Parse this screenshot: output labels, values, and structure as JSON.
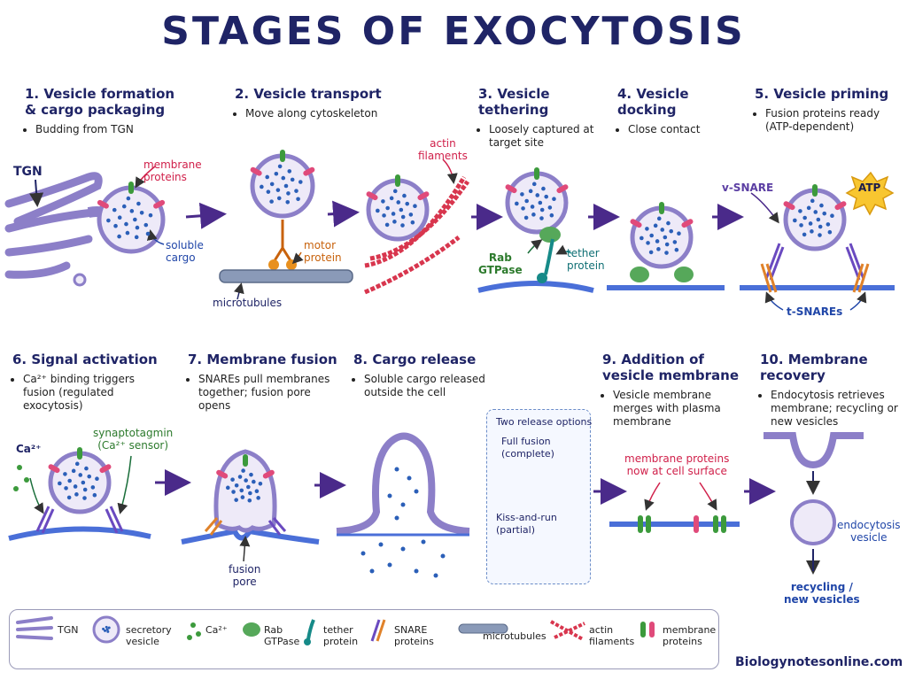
{
  "title": "STAGES OF EXOCYTOSIS",
  "stages": [
    {
      "heading": "1. Vesicle formation\n& cargo packaging",
      "bullets": [
        "Budding from TGN"
      ]
    },
    {
      "heading": "2. Vesicle transport",
      "bullets": [
        "Move along cytoskeleton"
      ]
    },
    {
      "heading": "3. Vesicle tethering",
      "bullets": [
        "Loosely captured at target site"
      ]
    },
    {
      "heading": "4. Vesicle docking",
      "bullets": [
        "Close contact"
      ]
    },
    {
      "heading": "5. Vesicle priming",
      "bullets": [
        "Fusion proteins ready (ATP-dependent)"
      ]
    },
    {
      "heading": "6. Signal activation",
      "bullets": [
        "Ca²⁺ binding triggers fusion (regulated exocytosis)"
      ]
    },
    {
      "heading": "7. Membrane fusion",
      "bullets": [
        "SNAREs pull membranes together; fusion pore opens"
      ]
    },
    {
      "heading": "8. Cargo release",
      "bullets": [
        "Soluble cargo released outside the cell"
      ]
    },
    {
      "heading": "9. Addition of vesicle membrane",
      "bullets": [
        "Vesicle membrane merges with plasma membrane"
      ]
    },
    {
      "heading": "10. Membrane recovery",
      "bullets": [
        "Endocytosis retrieves membrane; recycling or new vesicles"
      ]
    }
  ],
  "labels": {
    "tgn": "TGN",
    "membrane_proteins": "membrane\nproteins",
    "soluble_cargo": "soluble\ncargo",
    "motor_protein": "motor\nprotein",
    "microtubules": "microtubules",
    "actin_filaments": "actin\nfilaments",
    "rab_gtpase": "Rab\nGTPase",
    "tether_protein": "tether\nprotein",
    "v_snare": "v-SNARE",
    "atp": "ATP",
    "t_snares": "t-SNAREs",
    "ca2": "Ca²⁺",
    "synaptotagmin": "synaptotagmin\n(Ca²⁺ sensor)",
    "fusion_pore": "fusion\npore",
    "release_options_title": "Two release options",
    "full_fusion": "Full fusion\n(complete)",
    "kiss_and_run": "Kiss-and-run\n(partial)",
    "membrane_proteins_surface": "membrane proteins\nnow at cell surface",
    "endocytosis_vesicle": "endocytosis\nvesicle",
    "recycling": "recycling /\nnew vesicles"
  },
  "legend": [
    {
      "icon": "tgn-icon",
      "label": "TGN"
    },
    {
      "icon": "secretory-vesicle-icon",
      "label": "secretory\nvesicle"
    },
    {
      "icon": "calcium-icon",
      "label": "Ca²⁺"
    },
    {
      "icon": "rab-gtpase-icon",
      "label": "Rab\nGTPase"
    },
    {
      "icon": "tether-protein-icon",
      "label": "tether\nprotein"
    },
    {
      "icon": "snare-proteins-icon",
      "label": "SNARE\nproteins"
    },
    {
      "icon": "microtubules-icon",
      "label": "microtubules"
    },
    {
      "icon": "actin-filaments-icon",
      "label": "actin\nfilaments"
    },
    {
      "icon": "membrane-proteins-icon",
      "label": "membrane\nproteins"
    }
  ],
  "footer": "Biologynotesonline.com",
  "colors": {
    "vesicle_fill": "#eeeaf8",
    "membrane": "#8c7fc8",
    "plasma_membrane": "#4a6fd8",
    "cargo": "#2b5fb8",
    "membrane_protein": "#e04a7a",
    "green_protein": "#3c9a3c",
    "arrow": "#4a2a8a",
    "actin": "#d8364e"
  }
}
